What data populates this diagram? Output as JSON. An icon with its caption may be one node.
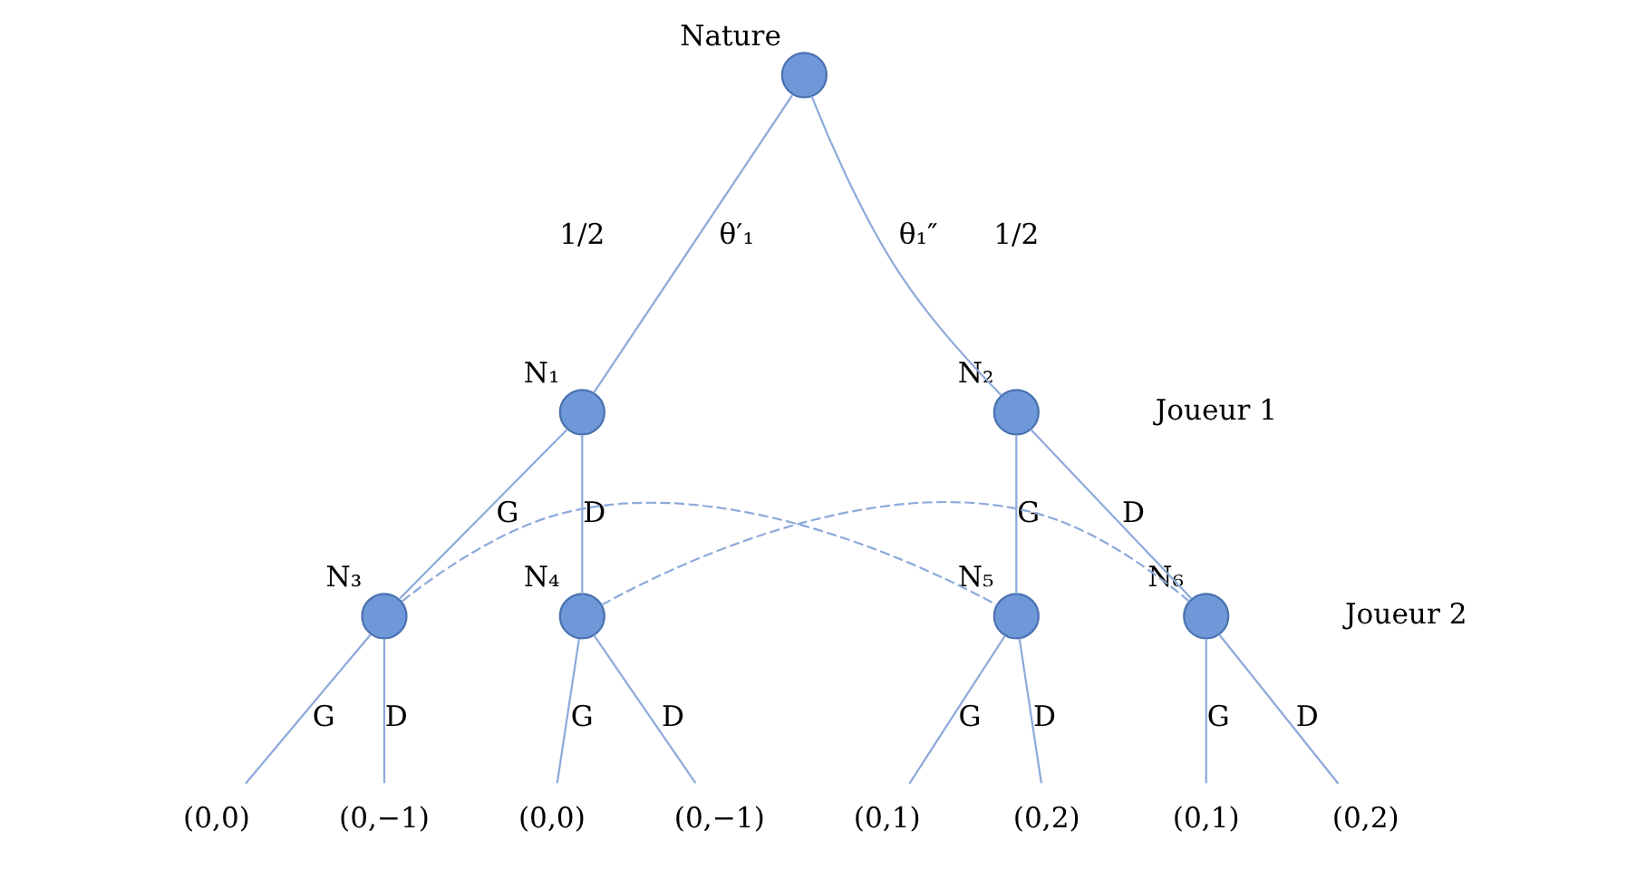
{
  "diagram": {
    "nodes": [
      {
        "text": [],
        "shape": "circle",
        "beside": [
          "Nature"
        ]
      },
      {
        "text": [],
        "shape": "circle",
        "beside": [
          "N₁"
        ]
      },
      {
        "text": [],
        "shape": "circle",
        "beside": [
          "N₂"
        ]
      },
      {
        "text": [],
        "shape": "circle",
        "beside": [
          "N₃"
        ]
      },
      {
        "text": [],
        "shape": "circle",
        "beside": [
          "N₄"
        ]
      },
      {
        "text": [],
        "shape": "circle",
        "beside": [
          "N₅"
        ]
      },
      {
        "text": [],
        "shape": "circle",
        "beside": [
          "N₆"
        ]
      },
      {
        "text": [
          "(0,0)"
        ]
      },
      {
        "text": [
          "(0,−1)"
        ]
      },
      {
        "text": [
          "(0,0)"
        ]
      },
      {
        "text": [
          "(0,−1)"
        ]
      },
      {
        "text": [
          "(0,1)"
        ]
      },
      {
        "text": [
          "(0,2)"
        ]
      },
      {
        "text": [
          "(0,1)"
        ]
      },
      {
        "text": [
          "(0,2)"
        ]
      }
    ],
    "edges": [
      {
        "from": 0,
        "to": 1,
        "arrow": "none",
        "label": "θ′₁"
      },
      {
        "from": 0,
        "to": 2,
        "arrow": "none",
        "label": "θ₁″"
      },
      {
        "from": 1,
        "to": 3,
        "arrow": "none",
        "label": "G"
      },
      {
        "from": 1,
        "to": 4,
        "arrow": "none",
        "label": "D"
      },
      {
        "from": 2,
        "to": 5,
        "arrow": "none",
        "label": "G"
      },
      {
        "from": 2,
        "to": 6,
        "arrow": "none",
        "label": "D"
      },
      {
        "from": 3,
        "to": 5,
        "arrow": "none",
        "style": "dashed"
      },
      {
        "from": 4,
        "to": 6,
        "arrow": "none",
        "style": "dashed"
      },
      {
        "from": 3,
        "to": 7,
        "arrow": "none",
        "label": "G"
      },
      {
        "from": 3,
        "to": 8,
        "arrow": "none",
        "label": "D"
      },
      {
        "from": 4,
        "to": 9,
        "arrow": "none",
        "label": "G"
      },
      {
        "from": 4,
        "to": 10,
        "arrow": "none",
        "label": "D"
      },
      {
        "from": 5,
        "to": 11,
        "arrow": "none",
        "label": "G"
      },
      {
        "from": 5,
        "to": 12,
        "arrow": "none",
        "label": "D"
      },
      {
        "from": 6,
        "to": 13,
        "arrow": "none",
        "label": "G"
      },
      {
        "from": 6,
        "to": 14,
        "arrow": "none",
        "label": "D"
      }
    ],
    "labels": [
      "1/2",
      "1/2",
      "Joueur 1",
      "Joueur 2"
    ]
  }
}
